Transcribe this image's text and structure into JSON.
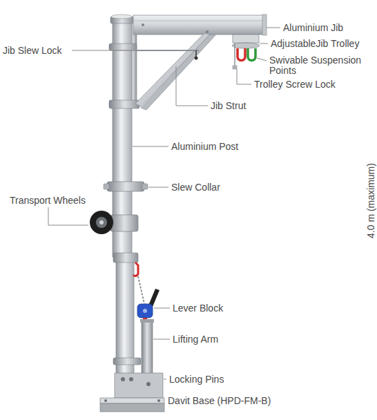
{
  "diagram": {
    "labels": [
      "Aluminium Jib",
      "AdjustableJib Trolley",
      "Swivable Suspension Points",
      "Trolley Screw Lock",
      "Jib Slew Lock",
      "Jib Strut",
      "Aluminium Post",
      "Slew Collar",
      "Transport Wheels",
      "Lever Block",
      "Lifting Arm",
      "Locking Pins",
      "Davit Base  (HPD-FM-B)",
      "4.0 m (maximum)"
    ]
  }
}
